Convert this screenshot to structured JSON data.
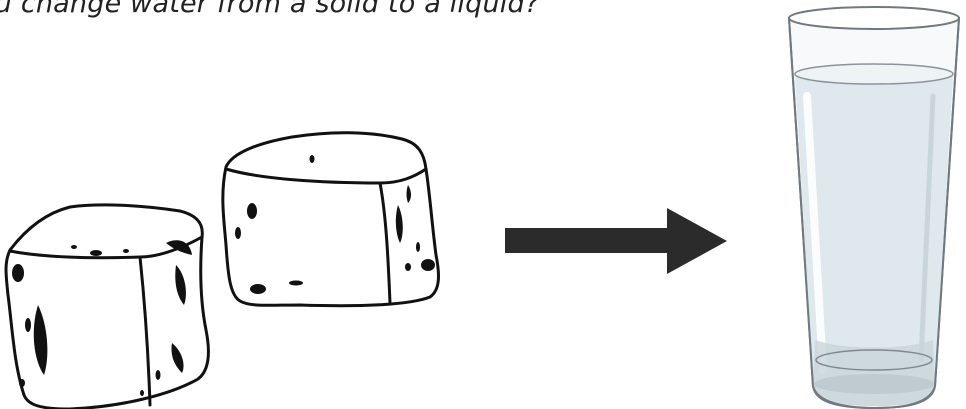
{
  "question": {
    "text": "ou change water from a solid to a liquid?"
  },
  "illustration": {
    "left_image": "ice-cubes",
    "middle_symbol": "right-arrow",
    "right_image": "glass-of-water"
  },
  "colors": {
    "ink": "#111111",
    "arrow": "#2b2b2b",
    "water": "#dfe8ec",
    "glass_edge": "#6f7a80"
  }
}
